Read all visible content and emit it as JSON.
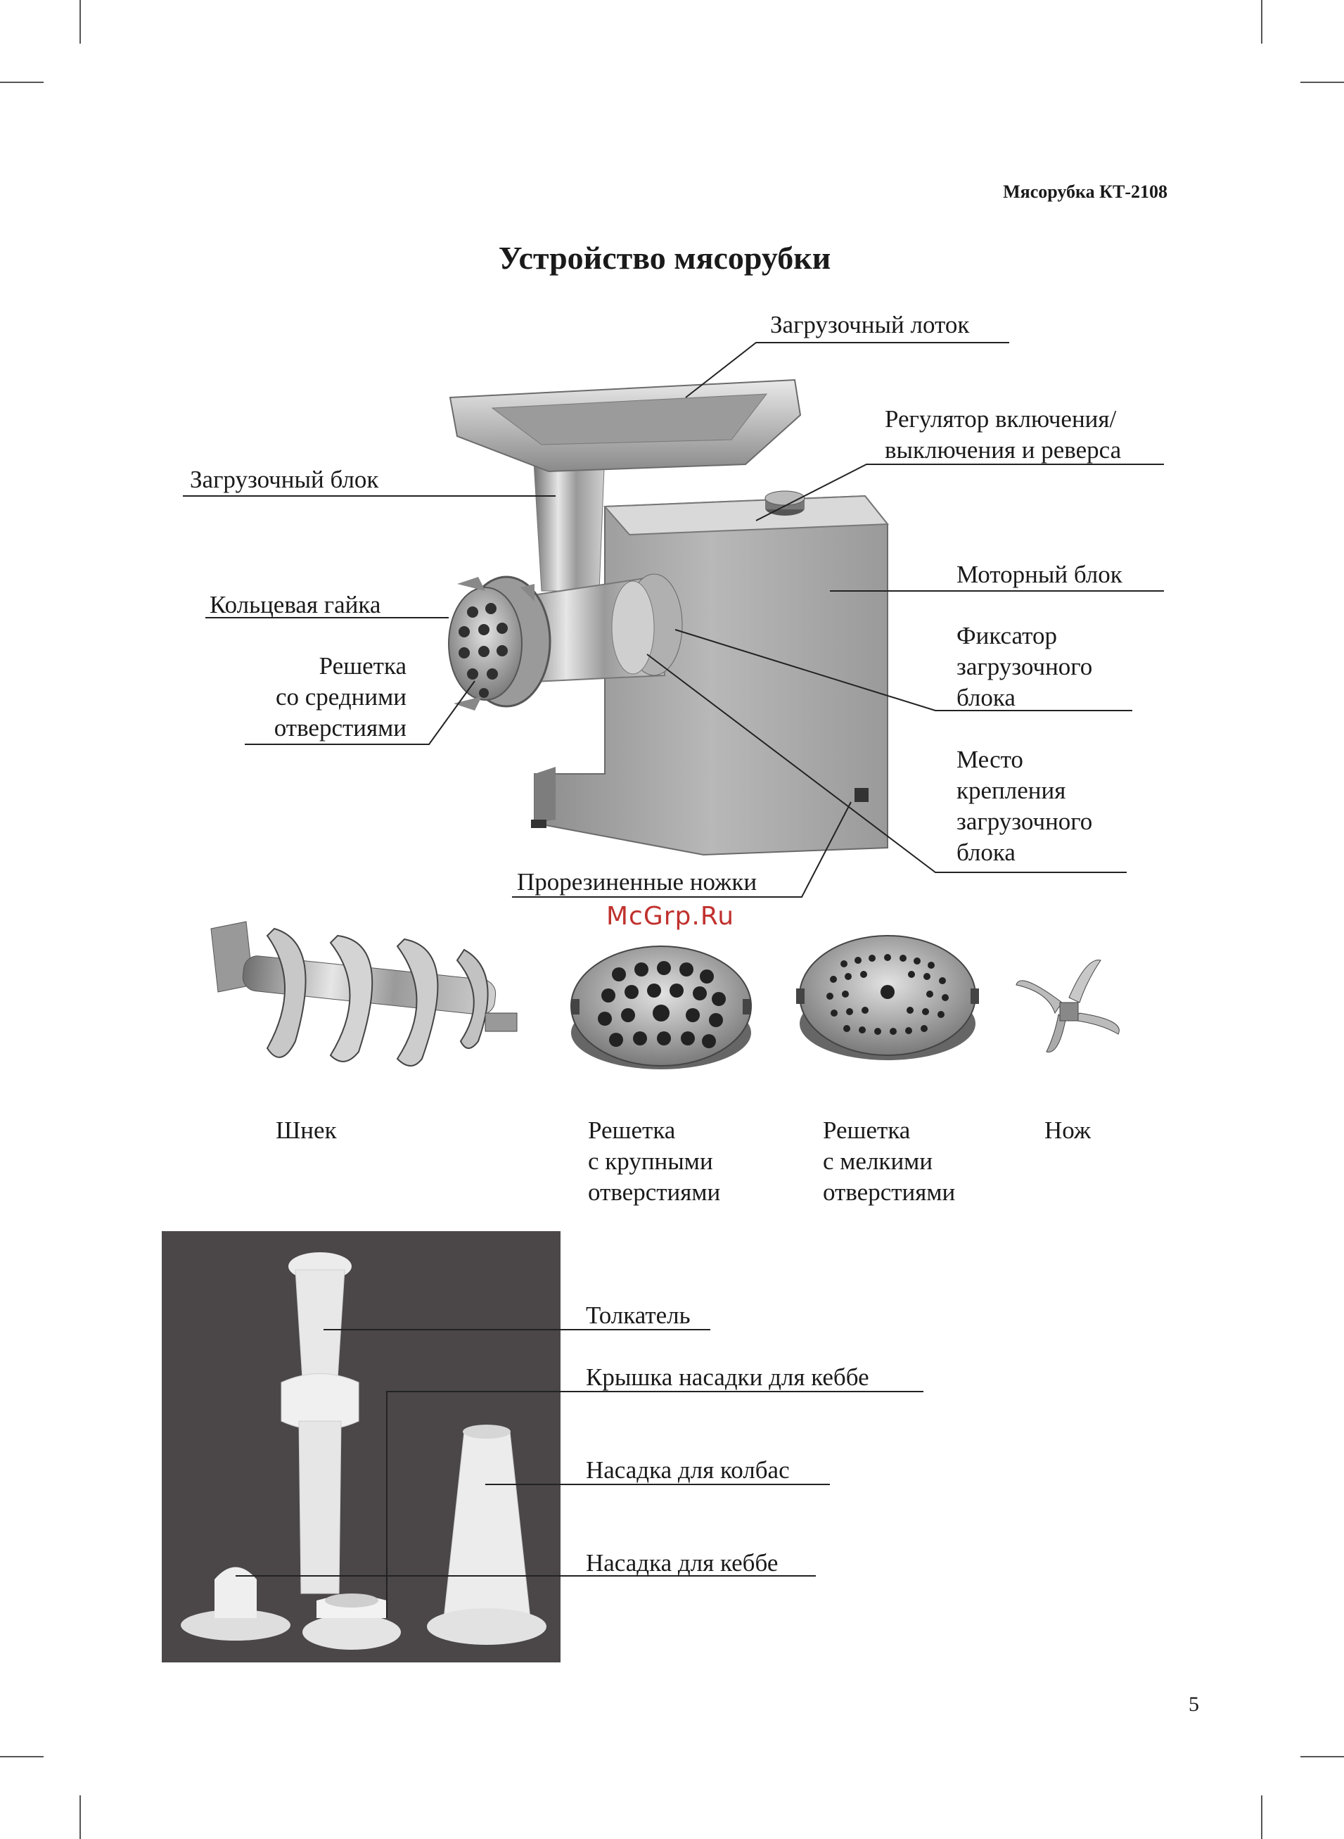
{
  "header": {
    "title": "Мясорубка КТ-2108"
  },
  "page_title": "Устройство мясорубки",
  "labels": {
    "tray": "Загрузочный лоток",
    "switch": [
      "Регулятор включения/",
      "выключения и реверса"
    ],
    "loading_block": "Загрузочный блок",
    "motor_block": "Моторный блок",
    "ring_nut": "Кольцевая гайка",
    "lock": [
      "Фиксатор",
      "загрузочного",
      "блока"
    ],
    "medium_plate": [
      "Решетка",
      "со средними",
      "отверстиями"
    ],
    "mount": [
      "Место",
      "крепления",
      "загрузочного",
      "блока"
    ],
    "feet": "Прорезиненные ножки"
  },
  "watermark": "McGrp.Ru",
  "parts": {
    "auger": "Шнек",
    "coarse_plate": [
      "Решетка",
      "с крупными",
      "отверстиями"
    ],
    "fine_plate": [
      "Решетка",
      "с мелкими",
      "отверстиями"
    ],
    "knife": "Нож"
  },
  "accessories": {
    "pusher": "Толкатель",
    "kebbe_cap": "Крышка насадки для кеббе",
    "sausage": "Насадка для колбас",
    "kebbe": "Насадка для кеббе"
  },
  "page_number": "5"
}
